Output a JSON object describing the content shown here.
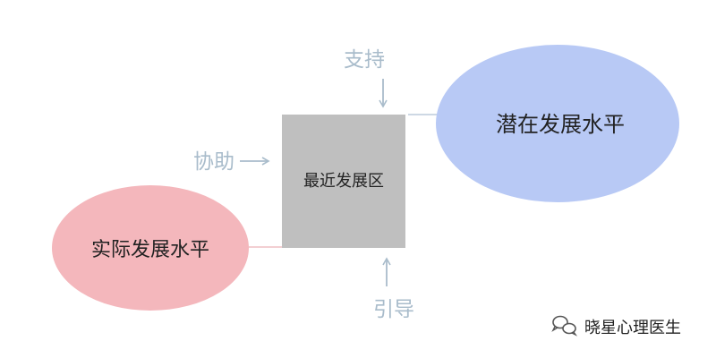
{
  "diagram": {
    "center_box": {
      "label": "最近发展区",
      "fill": "#bfbfbf"
    },
    "potential_level": {
      "label": "潜在发展水平",
      "fill": "#b8c9f5"
    },
    "actual_level": {
      "label": "实际发展水平",
      "fill": "#f4b7bc"
    },
    "support_label": "支持",
    "assist_label": "协助",
    "guide_label": "引导",
    "annotation_color": "#a9bccb",
    "connector_color": "#cdd8e4"
  },
  "watermark": {
    "text": "晓星心理医生",
    "icon": "wechat-icon"
  }
}
